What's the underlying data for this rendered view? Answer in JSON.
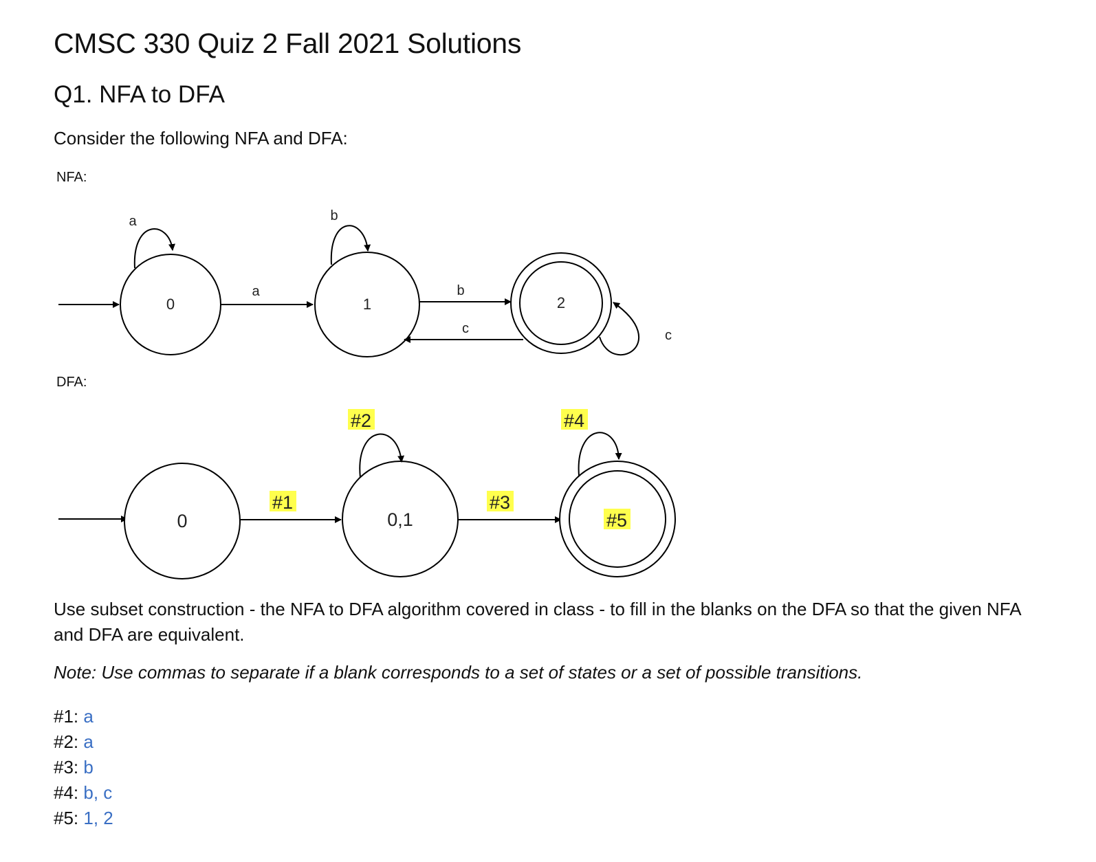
{
  "doc": {
    "title": "CMSC 330 Quiz 2 Fall 2021 Solutions",
    "question_title": "Q1. NFA to DFA",
    "intro": "Consider the following NFA and DFA:",
    "nfa_label": "NFA:",
    "dfa_label": "DFA:",
    "instructions": "Use subset construction - the NFA to DFA algorithm covered in class - to fill in the blanks on the DFA so that the given NFA and DFA are equivalent.",
    "note": "Note: Use commas to separate if a blank corresponds to a set of states or a set of possible transitions."
  },
  "nfa": {
    "states": [
      "0",
      "1",
      "2"
    ],
    "transitions": {
      "self_0": "a",
      "self_1": "b",
      "t_0_1": "a",
      "t_1_2": "b",
      "t_2_1": "c",
      "self_2": "c"
    }
  },
  "dfa": {
    "states": [
      "0",
      "0,1",
      "#5"
    ],
    "transitions": {
      "t_0_01": "#1",
      "self_01": "#2",
      "t_01_final": "#3",
      "self_final": "#4"
    },
    "highlight_color": "#ffff4d"
  },
  "answers": [
    {
      "label": "#1:",
      "value": "a"
    },
    {
      "label": "#2:",
      "value": "a"
    },
    {
      "label": "#3:",
      "value": "b"
    },
    {
      "label": "#4:",
      "value": "b, c"
    },
    {
      "label": "#5:",
      "value": "1, 2"
    }
  ],
  "colors": {
    "answer": "#3a6fc4",
    "text": "#111111"
  }
}
